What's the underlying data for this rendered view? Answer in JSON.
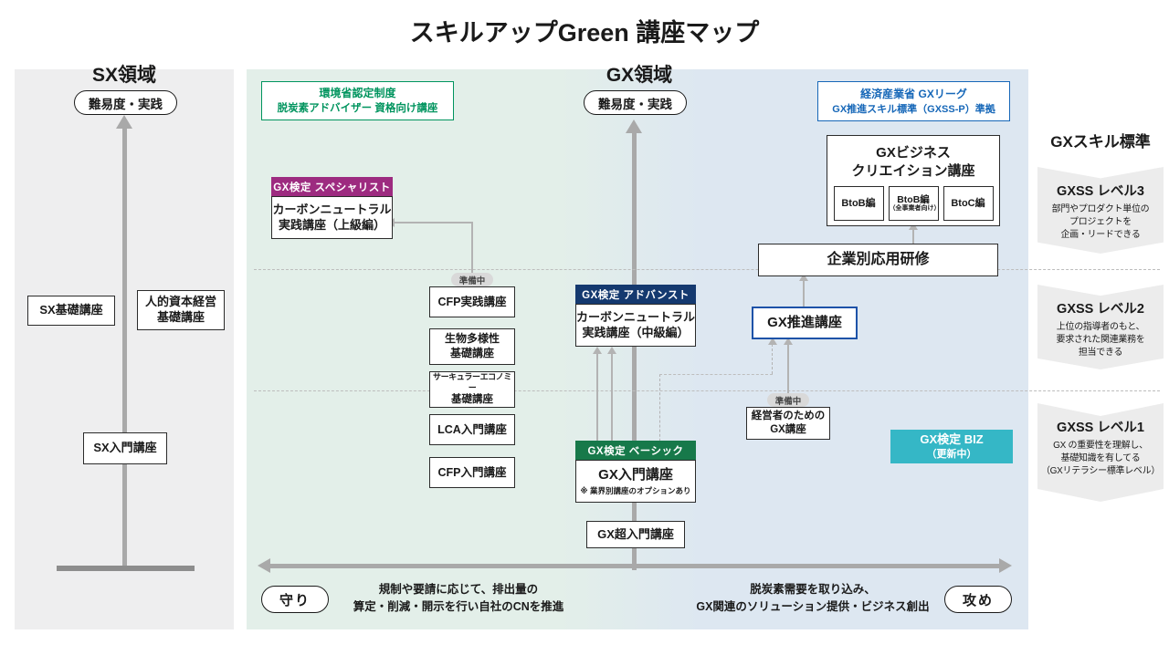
{
  "title": "スキルアップGreen 講座マップ",
  "colors": {
    "green_accent": "#00945e",
    "blue_accent": "#1667b8",
    "purple_tag": "#9d2b80",
    "navy_tag": "#14396f",
    "green_tag": "#17794a",
    "teal_box": "#35b7c6"
  },
  "sx_panel": {
    "header": "SX領域",
    "axis_label": "難易度・実践",
    "course_sx_kiso": "SX基礎講座",
    "course_jinteki_l1": "人的資本経営",
    "course_jinteki_l2": "基礎講座",
    "course_sx_nyumon": "SX入門講座"
  },
  "gx_panel": {
    "header": "GX領域",
    "axis_label": "難易度・実践",
    "env_badge_l1": "環境省認定制度",
    "env_badge_l2": "脱炭素アドバイザー 資格向け講座",
    "meti_badge_l1": "経済産業省 GXリーグ",
    "meti_badge_l2": "GX推進スキル標準（GXSS-P）準拠",
    "specialist_tag": "GX検定 スペシャリスト",
    "cn_advanced_l1": "カーボンニュートラル",
    "cn_advanced_l2": "実践講座（上級編）",
    "preparing_badge": "準備中",
    "cfp_jissen": "CFP実践講座",
    "biodiversity_l1": "生物多様性",
    "biodiversity_l2": "基礎講座",
    "circular_l1": "サーキュラーエコノミー",
    "circular_l2": "基礎講座",
    "lca_nyumon": "LCA入門講座",
    "cfp_nyumon": "CFP入門講座",
    "advanced_tag": "GX検定 アドバンスト",
    "cn_middle_l1": "カーボンニュートラル",
    "cn_middle_l2": "実践講座（中級編）",
    "basic_tag": "GX検定 ベーシック",
    "gx_nyumon": "GX入門講座",
    "gx_nyumon_note": "※ 業界別講座のオプションあり",
    "gx_cho_nyumon": "GX超入門講座",
    "biz_creation_l1": "GXビジネス",
    "biz_creation_l2": "クリエイション講座",
    "btob_1": "BtoB編",
    "btob_2_l1": "BtoB編",
    "btob_2_l2": "（全事業者向け）",
    "btoc": "BtoC編",
    "kigyobetsu": "企業別応用研修",
    "gx_suishin": "GX推進講座",
    "keieisha_l1": "経営者のための",
    "keieisha_l2": "GX講座",
    "gx_biz_l1": "GX検定 BIZ",
    "gx_biz_l2": "（更新中）",
    "mamori": "守り",
    "mamori_desc_l1": "規制や要請に応じて、排出量の",
    "mamori_desc_l2": "算定・削減・開示を行い自社のCNを推進",
    "seme": "攻め",
    "seme_desc_l1": "脱炭素需要を取り込み、",
    "seme_desc_l2": "GX関連のソリューション提供・ビジネス創出"
  },
  "sidebar": {
    "title": "GXスキル標準",
    "levels": [
      {
        "name": "GXSS レベル3",
        "desc_l1": "部門やプロダクト単位の",
        "desc_l2": "プロジェクトを",
        "desc_l3": "企画・リードできる"
      },
      {
        "name": "GXSS レベル2",
        "desc_l1": "上位の指導者のもと、",
        "desc_l2": "要求された関連業務を",
        "desc_l3": "担当できる"
      },
      {
        "name": "GXSS レベル1",
        "desc_l1": "GX の重要性を理解し、",
        "desc_l2": "基礎知識を有してる",
        "desc_l3": "（GXリテラシー標準レベル）"
      }
    ]
  }
}
